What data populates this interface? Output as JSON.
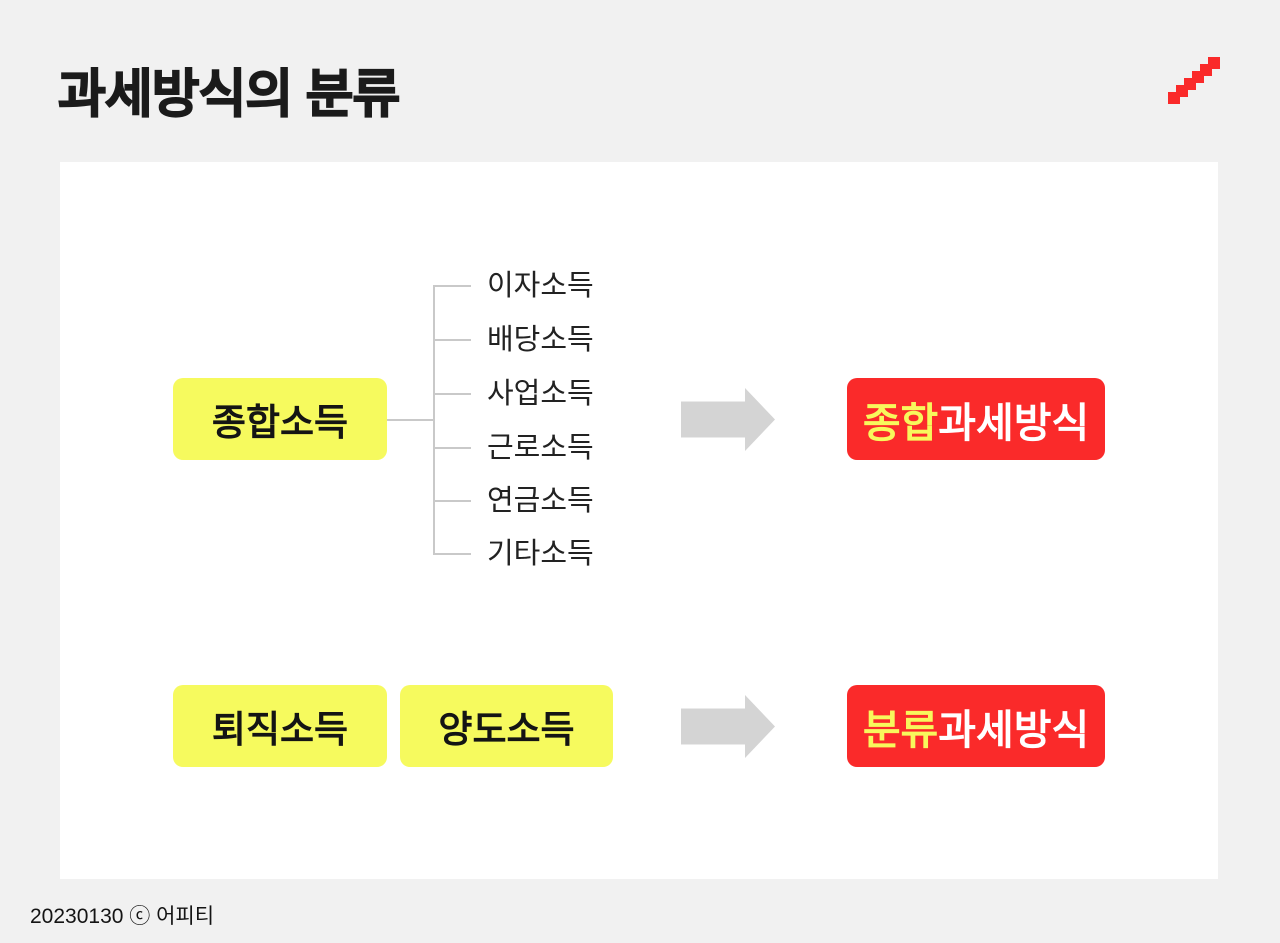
{
  "title": "과세방식의 분류",
  "diagram": {
    "comprehensive_box": {
      "label": "종합소득"
    },
    "income_types": [
      "이자소득",
      "배당소득",
      "사업소득",
      "근로소득",
      "연금소득",
      "기타소득"
    ],
    "comprehensive_result": {
      "highlight": "종합",
      "rest": "과세방식"
    },
    "separate_boxes": {
      "retirement": "퇴직소득",
      "transfer": "양도소득"
    },
    "separate_result": {
      "highlight": "분류",
      "rest": "과세방식"
    }
  },
  "footer": {
    "credit": "20230130 ⓒ 어피티"
  },
  "colors": {
    "background": "#f1f1f1",
    "card": "#ffffff",
    "box_yellow": "#f6fa5e",
    "box_red": "#fa2a2a",
    "highlight_text_yellow": "#f8f85c",
    "arrow_gray": "#d4d4d4",
    "connector_gray": "#c9c9c9",
    "title_text": "#1b1b1b"
  },
  "icons": {
    "stairs": "red pixel staircase ascending to the right",
    "arrow": "gray block arrow pointing right"
  }
}
